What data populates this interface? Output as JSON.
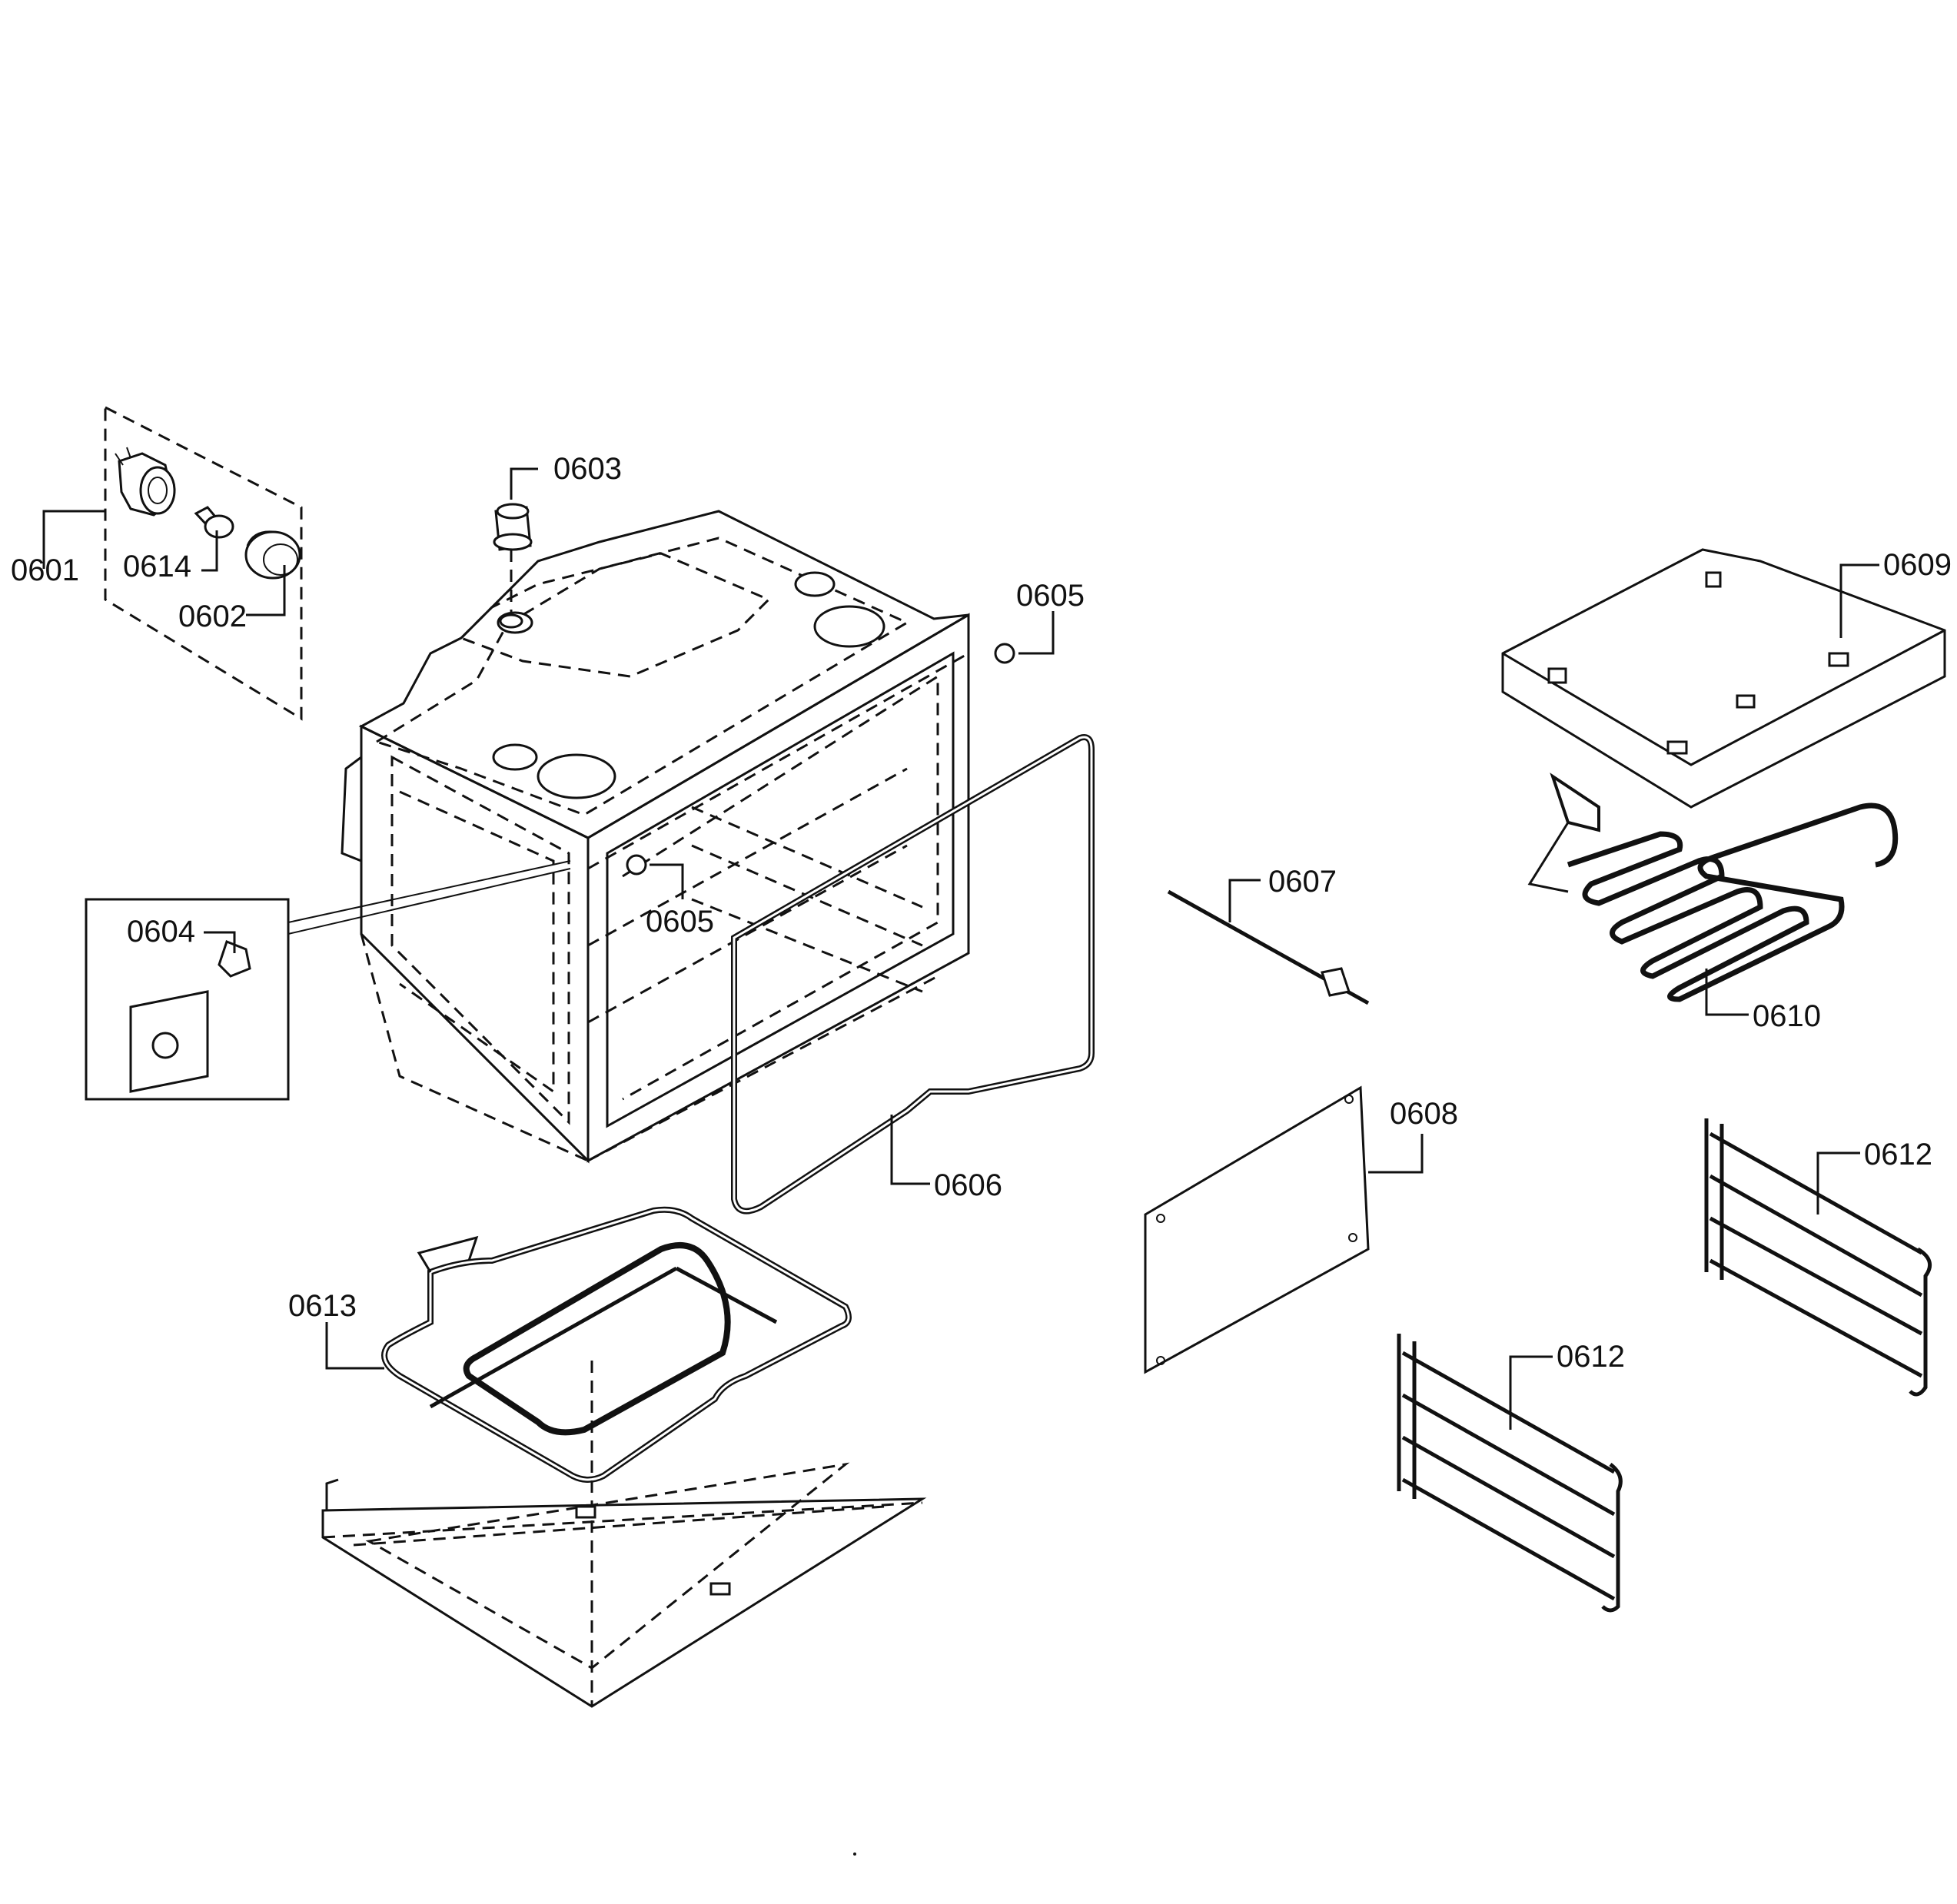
{
  "colors": {
    "line": "#111111",
    "background": "#ffffff"
  },
  "callouts": {
    "c0601": "0601",
    "c0614": "0614",
    "c0602": "0602",
    "c0603": "0603",
    "c0605a": "0605",
    "c0605b": "0605",
    "c0604": "0604",
    "c0606": "0606",
    "c0607": "0607",
    "c0608": "0608",
    "c0609": "0609",
    "c0610": "0610",
    "c0612a": "0612",
    "c0612b": "0612",
    "c0613": "0613"
  }
}
